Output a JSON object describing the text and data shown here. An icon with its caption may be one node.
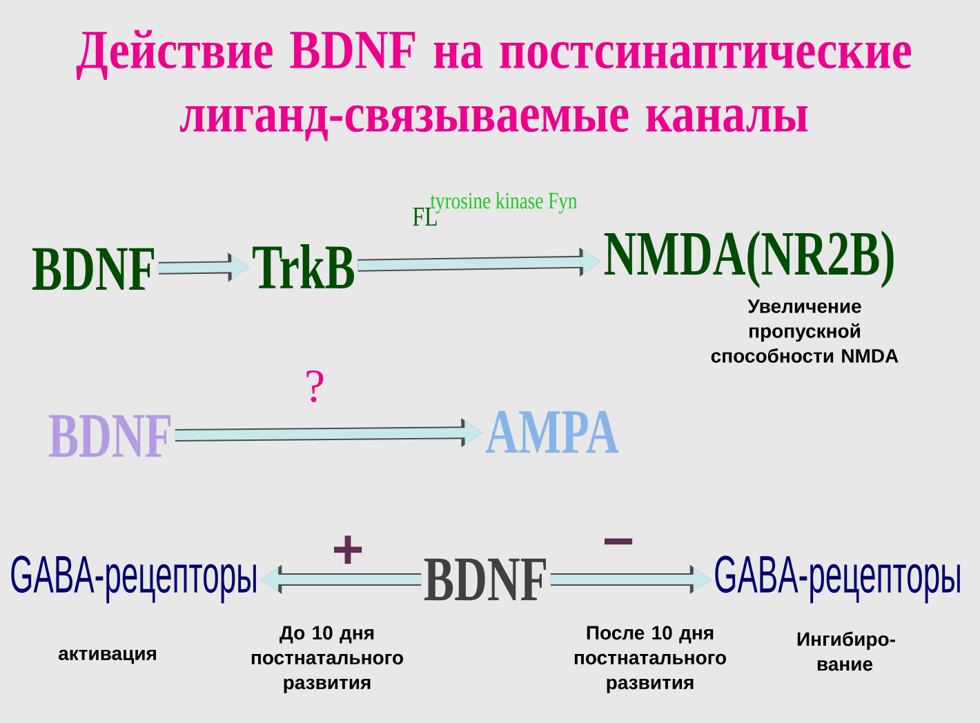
{
  "diagram": {
    "title": "Действие BDNF на постсинаптические лиганд-связываемые каналы",
    "nodes": [
      {
        "text": [
          "BDNF"
        ]
      },
      {
        "text": [
          "TrkB"
        ],
        "beside": [
          "FL"
        ]
      },
      {
        "text": [
          "NMDA(NR2B)"
        ],
        "beside": [
          "Увеличение пропускной способности NMDA"
        ]
      },
      {
        "text": [
          "BDNF"
        ]
      },
      {
        "text": [
          "AMPA"
        ]
      },
      {
        "text": [
          "GABA-рецепторы"
        ],
        "beside": [
          "активация"
        ]
      },
      {
        "text": [
          "BDNF"
        ]
      },
      {
        "text": [
          "GABA-рецепторы"
        ],
        "beside": [
          "Ингибиро- вание"
        ]
      }
    ],
    "edges": [
      {
        "from": 0,
        "to": 1,
        "arrow": "to"
      },
      {
        "from": 1,
        "to": 2,
        "arrow": "to",
        "label": "tyrosine kinase Fyn"
      },
      {
        "from": 3,
        "to": 4,
        "arrow": "to",
        "label": "?"
      },
      {
        "from": 6,
        "to": 5,
        "arrow": "to",
        "label": "+"
      },
      {
        "from": 6,
        "to": 7,
        "arrow": "to",
        "label": "−"
      }
    ],
    "labels": [
      "До 10 дня постнатального развития",
      "После 10 дня постнатального развития"
    ]
  }
}
